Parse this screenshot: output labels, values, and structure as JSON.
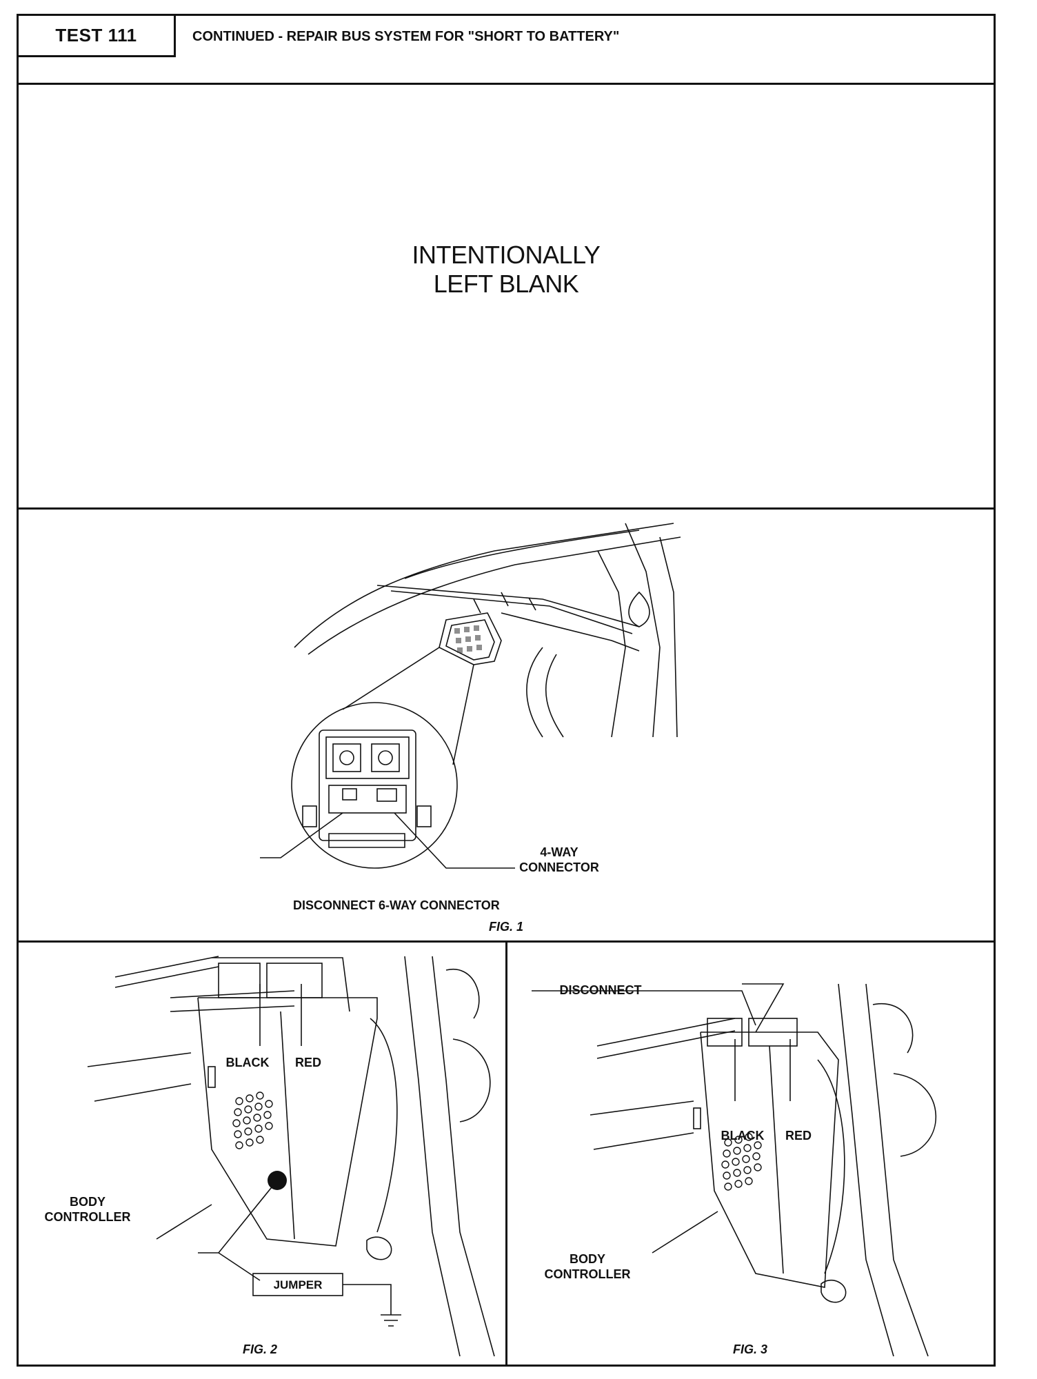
{
  "header": {
    "test_label": "TEST 111",
    "title": "CONTINUED - REPAIR BUS SYSTEM FOR \"SHORT TO BATTERY\""
  },
  "blank_section": {
    "line1": "INTENTIONALLY",
    "line2": "LEFT BLANK"
  },
  "fig1": {
    "caption": "FIG. 1",
    "label_4way_line1": "4-WAY",
    "label_4way_line2": "CONNECTOR",
    "label_disconnect": "DISCONNECT 6-WAY CONNECTOR"
  },
  "fig2": {
    "caption": "FIG. 2",
    "black": "BLACK",
    "red": "RED",
    "body_line1": "BODY",
    "body_line2": "CONTROLLER",
    "jumper": "JUMPER"
  },
  "fig3": {
    "caption": "FIG. 3",
    "disconnect": "DISCONNECT",
    "black": "BLACK",
    "red": "RED",
    "body_line1": "BODY",
    "body_line2": "CONTROLLER"
  }
}
